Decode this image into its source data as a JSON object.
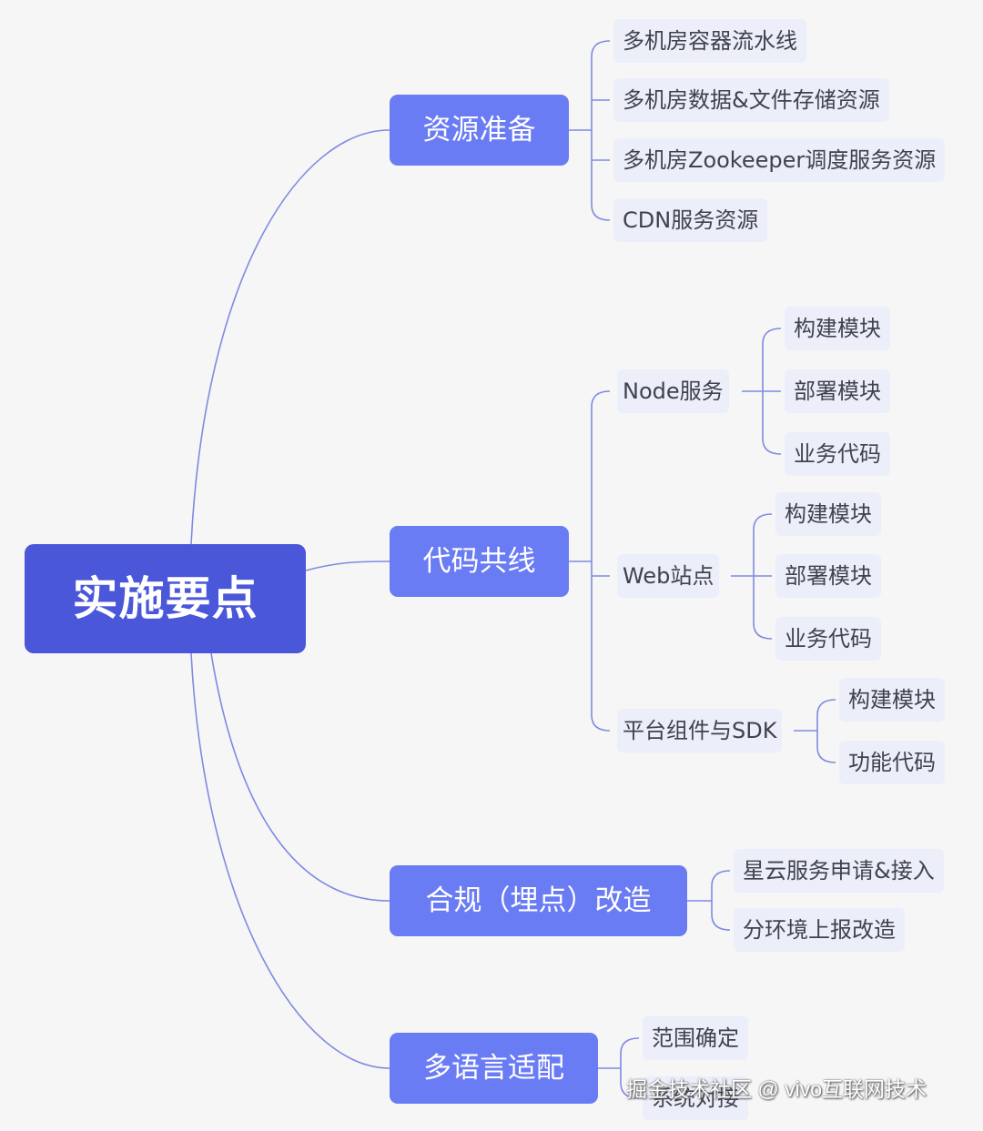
{
  "root": {
    "label": "实施要点"
  },
  "branches": [
    {
      "label": "资源准备",
      "children": [
        "多机房容器流水线",
        "多机房数据&文件存储资源",
        "多机房Zookeeper调度服务资源",
        "CDN服务资源"
      ]
    },
    {
      "label": "代码共线",
      "children": [
        {
          "label": "Node服务",
          "children": [
            "构建模块",
            "部署模块",
            "业务代码"
          ]
        },
        {
          "label": "Web站点",
          "children": [
            "构建模块",
            "部署模块",
            "业务代码"
          ]
        },
        {
          "label": "平台组件与SDK",
          "children": [
            "构建模块",
            "功能代码"
          ]
        }
      ]
    },
    {
      "label": "合规（埋点）改造",
      "children": [
        "星云服务申请&接入",
        "分环境上报改造"
      ]
    },
    {
      "label": "多语言适配",
      "children": [
        "范围确定",
        "系统对接"
      ]
    }
  ],
  "watermark": "掘金技术社区 @ vivo互联网技术",
  "colors": {
    "root": "#4a57d9",
    "branch": "#6a7cf3",
    "leaf_bg": "#eceef9",
    "line": "#7f8ae0",
    "background": "#f6f6f7"
  }
}
